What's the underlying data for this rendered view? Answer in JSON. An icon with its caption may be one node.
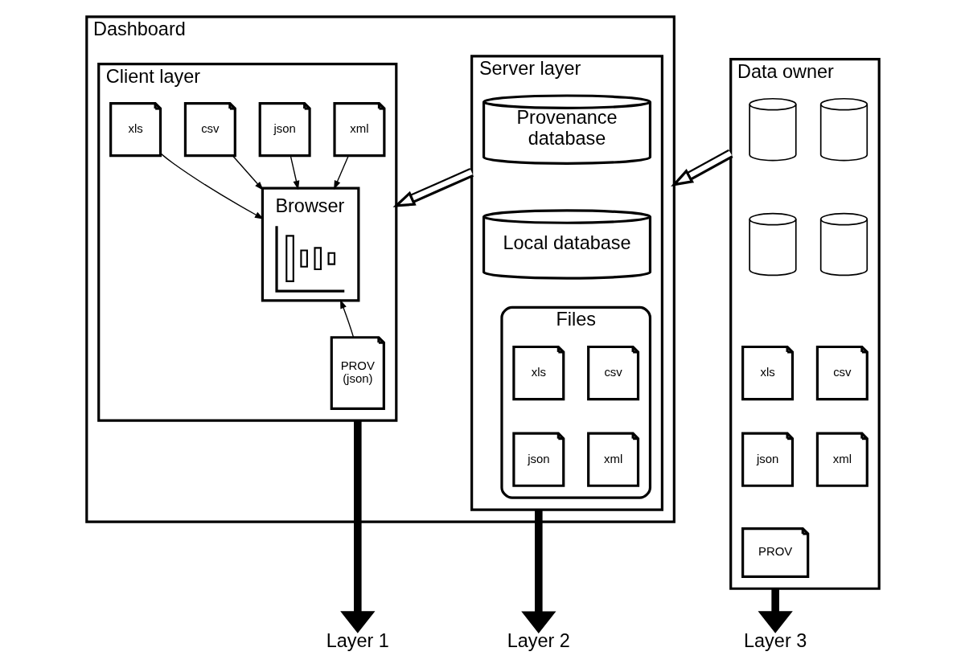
{
  "diagram": {
    "nodes": [
      {
        "text": [
          "Dashboard"
        ]
      },
      {
        "text": [
          "Client layer"
        ],
        "in": 0
      },
      {
        "text": [
          "xls"
        ],
        "in": 1
      },
      {
        "text": [
          "csv"
        ],
        "in": 1
      },
      {
        "text": [
          "json"
        ],
        "in": 1
      },
      {
        "text": [
          "xml"
        ],
        "in": 1
      },
      {
        "text": [
          "Browser"
        ],
        "in": 1
      },
      {
        "text": [
          "PROV (json)"
        ],
        "in": 1
      },
      {
        "text": [
          "Server layer"
        ],
        "in": 0
      },
      {
        "text": [
          "Provenance database"
        ],
        "in": 8
      },
      {
        "text": [
          "Local database"
        ],
        "in": 8
      },
      {
        "text": [
          "Files"
        ],
        "in": 8
      },
      {
        "text": [
          "xls"
        ],
        "in": 11
      },
      {
        "text": [
          "csv"
        ],
        "in": 11
      },
      {
        "text": [
          "json"
        ],
        "in": 11
      },
      {
        "text": [
          "xml"
        ],
        "in": 11
      },
      {
        "text": [
          "Data owner"
        ]
      },
      {
        "text": [],
        "shape": "cylinder",
        "in": 16
      },
      {
        "text": [],
        "shape": "cylinder",
        "in": 16
      },
      {
        "text": [],
        "shape": "cylinder",
        "in": 16
      },
      {
        "text": [],
        "shape": "cylinder",
        "in": 16
      },
      {
        "text": [
          "xls"
        ],
        "in": 16
      },
      {
        "text": [
          "csv"
        ],
        "in": 16
      },
      {
        "text": [
          "json"
        ],
        "in": 16
      },
      {
        "text": [
          "xml"
        ],
        "in": 16
      },
      {
        "text": [
          "PROV"
        ],
        "in": 16
      },
      {
        "text": [
          "Layer 1"
        ]
      },
      {
        "text": [
          "Layer 2"
        ]
      },
      {
        "text": [
          "Layer 3"
        ]
      }
    ],
    "edges": [
      {
        "from": 2,
        "to": 6,
        "arrow": "to"
      },
      {
        "from": 3,
        "to": 6,
        "arrow": "to"
      },
      {
        "from": 4,
        "to": 6,
        "arrow": "to"
      },
      {
        "from": 5,
        "to": 6,
        "arrow": "to"
      },
      {
        "from": 7,
        "to": 6,
        "arrow": "to"
      },
      {
        "from": 8,
        "to": 1,
        "arrow": "to",
        "style": "thick"
      },
      {
        "from": 16,
        "to": 0,
        "arrow": "to",
        "style": "thick"
      },
      {
        "from": 1,
        "to": 26,
        "arrow": "to",
        "style": "thick"
      },
      {
        "from": 8,
        "to": 27,
        "arrow": "to",
        "style": "thick"
      },
      {
        "from": 16,
        "to": 28,
        "arrow": "to",
        "style": "thick"
      }
    ]
  }
}
